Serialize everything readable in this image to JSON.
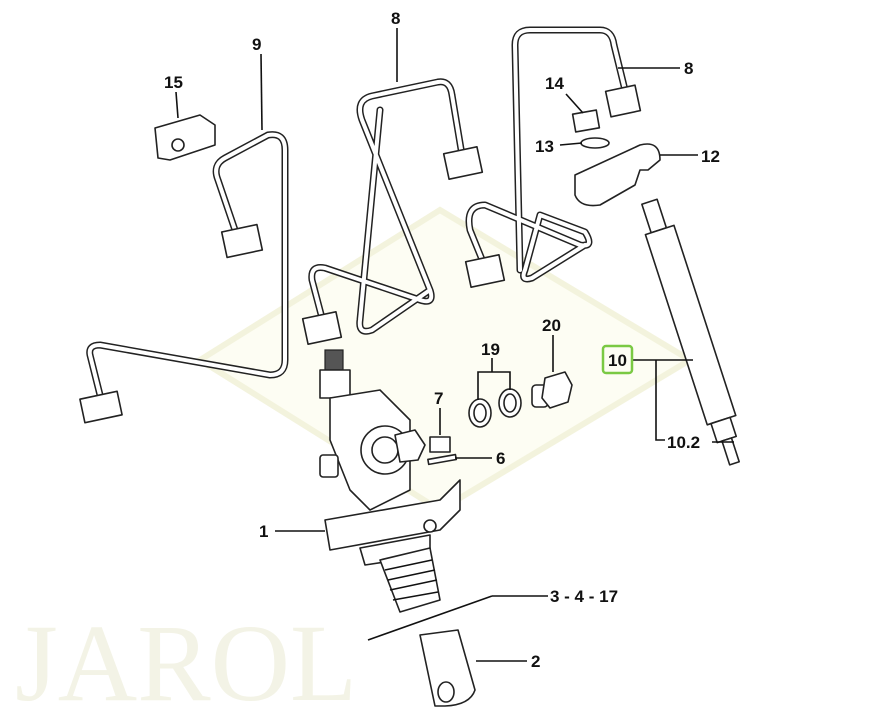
{
  "watermark": "JAROL",
  "callouts": {
    "c15": "15",
    "c9": "9",
    "c8a": "8",
    "c8b": "8",
    "c14": "14",
    "c13": "13",
    "c12": "12",
    "c20": "20",
    "c19": "19",
    "c10": "10",
    "c10_2": "10.2",
    "c7": "7",
    "c6": "6",
    "c1": "1",
    "c3_4_17": "3 - 4 - 17",
    "c2": "2"
  },
  "highlight_color": "#7ac943",
  "selected_callout": "10"
}
